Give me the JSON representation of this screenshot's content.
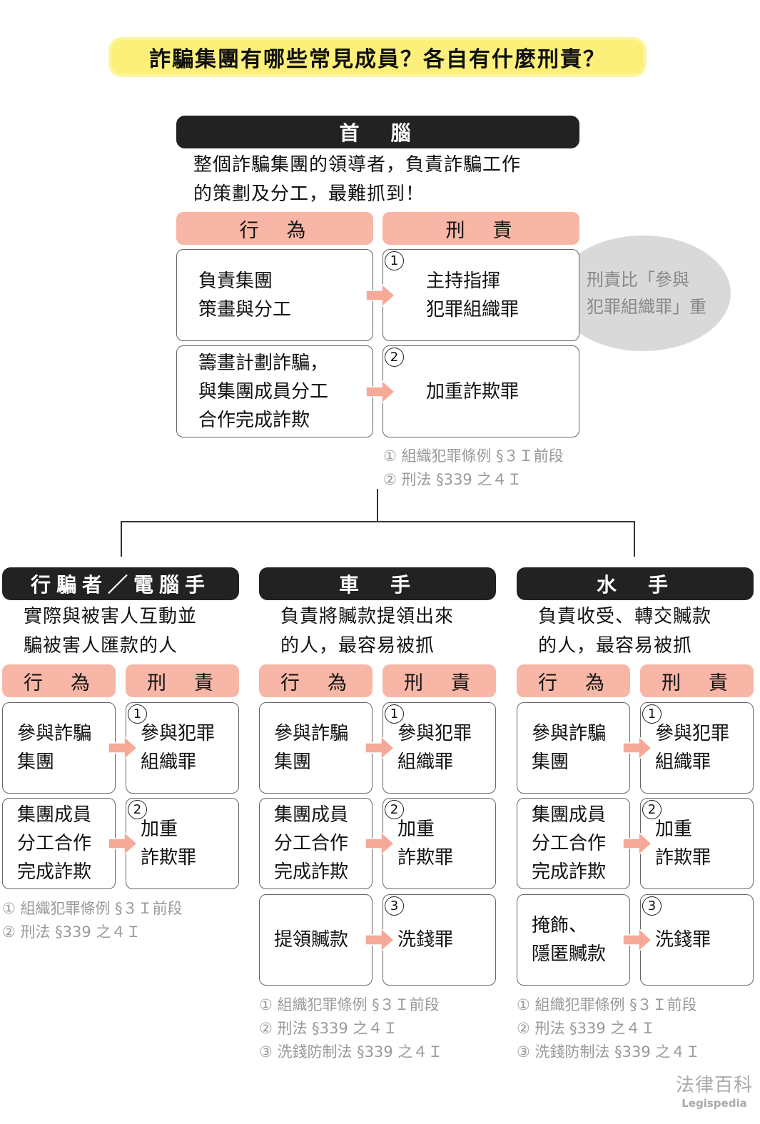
{
  "title": "詐騙集團有哪些常見成員？各自有什麼刑責？",
  "column_headers": {
    "action": "行　為",
    "penalty": "刑　責"
  },
  "leader": {
    "name": "首　腦",
    "description": [
      "整個詐騙集團的領導者，負責詐騙工作",
      "的策劃及分工，最難抓到！"
    ],
    "rows": [
      {
        "action": "負責集團\n策畫與分工",
        "num": "1",
        "penalty": "主持指揮\n犯罪組織罪"
      },
      {
        "action": "籌畫計劃詐騙，\n與集團成員分工\n合作完成詐欺",
        "num": "2",
        "penalty": "加重詐欺罪"
      }
    ],
    "bubble": "刑責比「參與\n犯罪組織罪」重",
    "notes": [
      "① 組織犯罪條例 §３Ｉ前段",
      "② 刑法 §339 之４Ｉ"
    ]
  },
  "members": [
    {
      "name": "行騙者／電腦手",
      "description": [
        "實際與被害人互動並",
        "騙被害人匯款的人"
      ],
      "rows": [
        {
          "action": "參與詐騙\n集團",
          "num": "1",
          "penalty": "參與犯罪\n組織罪"
        },
        {
          "action": "集團成員\n分工合作\n完成詐欺",
          "num": "2",
          "penalty": "加重\n詐欺罪"
        }
      ],
      "notes": [
        "① 組織犯罪條例 §３Ｉ前段",
        "② 刑法 §339 之４Ｉ"
      ]
    },
    {
      "name": "車　手",
      "description": [
        "負責將贓款提領出來",
        "的人，最容易被抓"
      ],
      "rows": [
        {
          "action": "參與詐騙\n集團",
          "num": "1",
          "penalty": "參與犯罪\n組織罪"
        },
        {
          "action": "集團成員\n分工合作\n完成詐欺",
          "num": "2",
          "penalty": "加重\n詐欺罪"
        },
        {
          "action": "提領贓款",
          "num": "3",
          "penalty": "洗錢罪"
        }
      ],
      "notes": [
        "① 組織犯罪條例 §３Ｉ前段",
        "② 刑法 §339 之４Ｉ",
        "③ 洗錢防制法 §339 之４Ｉ"
      ]
    },
    {
      "name": "水　手",
      "description": [
        "負責收受、轉交贓款",
        "的人，最容易被抓"
      ],
      "rows": [
        {
          "action": "參與詐騙\n集團",
          "num": "1",
          "penalty": "參與犯罪\n組織罪"
        },
        {
          "action": "集團成員\n分工合作\n完成詐欺",
          "num": "2",
          "penalty": "加重\n詐欺罪"
        },
        {
          "action": "掩飾、\n隱匿贓款",
          "num": "3",
          "penalty": "洗錢罪"
        }
      ],
      "notes": [
        "① 組織犯罪條例 §３Ｉ前段",
        "② 刑法 §339 之４Ｉ",
        "③ 洗錢防制法 §339 之４Ｉ"
      ]
    }
  ],
  "logo": {
    "zh": "法律百科",
    "en": "Legispedia"
  },
  "colors": {
    "title_bg": "#fdf07a",
    "header_pink": "#f8b6a6",
    "bar": "#222222",
    "arrow": "#f6a996",
    "bubble": "#d9d9d9"
  }
}
